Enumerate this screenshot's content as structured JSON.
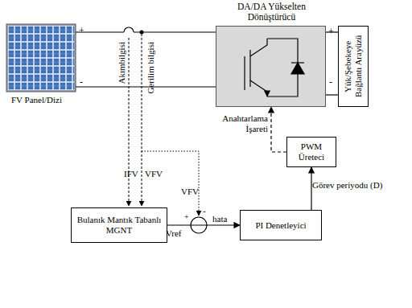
{
  "diagram": {
    "nodes": [
      {
        "text": [
          "DA/DA Yükselten Dönüştürücü"
        ]
      },
      {
        "text": [
          "Yük/Şebekeye Bağlantı Arayüzü"
        ]
      },
      {
        "text": [
          "Bulanık Mantık Tabanlı MGNT"
        ]
      },
      {
        "text": [
          "PI Denetleyici"
        ]
      },
      {
        "text": [
          "PWM Üreteci"
        ]
      }
    ],
    "edges": [
      {
        "from": 0,
        "to": 1,
        "arrow": "none"
      },
      {
        "from": 0,
        "to": 1,
        "arrow": "none"
      },
      {
        "from": 2,
        "to": 3,
        "arrow": "to"
      },
      {
        "from": 3,
        "to": 4,
        "arrow": "to",
        "label": "Görev periyodu (D)"
      },
      {
        "from": 4,
        "to": 0,
        "arrow": "to",
        "label": "Anahtarlama İşareti"
      }
    ],
    "labels": [
      "+",
      "-",
      "FV Panel/Dizi",
      "Akımbilgisi",
      "Gerilim bilgisi",
      "IFV",
      "VFV",
      "+",
      "-",
      "Vref",
      "+",
      "-",
      "VFV",
      "hata"
    ]
  }
}
